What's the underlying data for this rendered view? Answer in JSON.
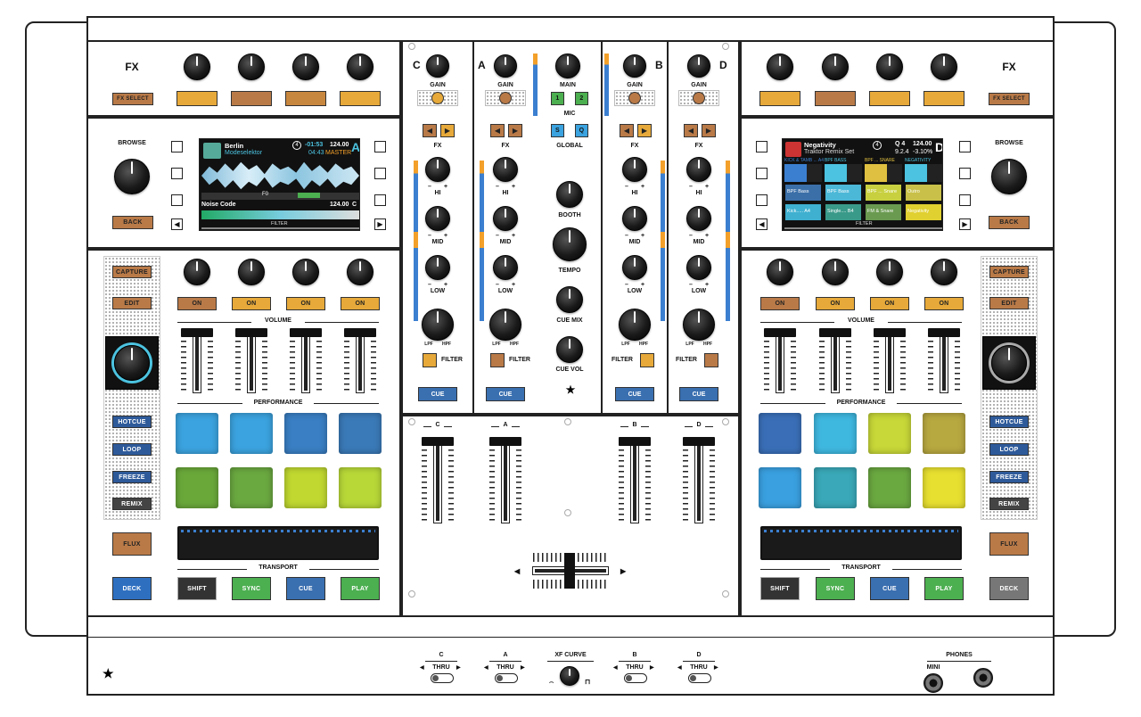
{
  "fx": {
    "left_title": "FX",
    "right_title": "FX",
    "fx_select": "FX SELECT"
  },
  "browse": {
    "label": "BROWSE",
    "back": "BACK"
  },
  "deck_left": {
    "screen": {
      "track": "Berlin",
      "artist": "Modeselektor",
      "deck_num": "4",
      "remaining": "-01:53",
      "bpm": "124.00",
      "elapsed": "04:43",
      "master": "MASTER",
      "deck_letter": "A",
      "cue_num": "F0",
      "next_track": "Noise Code",
      "next_bpm": "124.00",
      "next_letter": "C",
      "filter": "FILTER"
    },
    "capture": "CAPTURE",
    "edit": "EDIT",
    "hotcue": "HOTCUE",
    "loop": "LOOP",
    "freeze": "FREEZE",
    "remix": "REMIX",
    "flux": "FLUX",
    "deck": "DECK",
    "on": [
      "ON",
      "ON",
      "ON",
      "ON"
    ],
    "volume": "VOLUME",
    "performance": "PERFORMANCE",
    "transport": "TRANSPORT",
    "shift": "SHIFT",
    "sync": "SYNC",
    "cue": "CUE",
    "play": "PLAY"
  },
  "deck_right": {
    "screen": {
      "track": "Negativity",
      "set": "Traktor Remix Set",
      "deck_num": "4",
      "quant": "Q 4",
      "bpm": "124.00",
      "beat": "9.2.4",
      "pitch": "-3.10%",
      "deck_letter": "D",
      "slot1": "KICK & TAMB ... A4",
      "slot2": "BPF BASS",
      "slot3": "BPF ... SNARE",
      "slot4": "NEGATIVITY",
      "cell1": "BPF Bass",
      "cell2": "BPF Bass",
      "cell3": "BPF ... Snare",
      "cell4": "Outro",
      "cell5": "Kick..... A4",
      "cell6": "Single.... B4",
      "cell7": "FM & Snare",
      "cell8": "Negativity",
      "filter": "FILTER"
    },
    "capture": "CAPTURE",
    "edit": "EDIT",
    "hotcue": "HOTCUE",
    "loop": "LOOP",
    "freeze": "FREEZE",
    "remix": "REMIX",
    "flux": "FLUX",
    "deck": "DECK",
    "on": [
      "ON",
      "ON",
      "ON",
      "ON"
    ],
    "volume": "VOLUME",
    "performance": "PERFORMANCE",
    "transport": "TRANSPORT",
    "shift": "SHIFT",
    "sync": "SYNC",
    "cue": "CUE",
    "play": "PLAY"
  },
  "mixer": {
    "ch_c": "C",
    "ch_a": "A",
    "ch_b": "B",
    "ch_d": "D",
    "gain": "GAIN",
    "main": "MAIN",
    "mic": "MIC",
    "mic_btn1": "1",
    "mic_btn2": "2",
    "global": "GLOBAL",
    "global_s": "S",
    "global_q": "Q",
    "fx": "FX",
    "hi": "HI",
    "mid": "MID",
    "low": "LOW",
    "lpf": "LPF",
    "hpf": "HPF",
    "filter": "FILTER",
    "cue": "CUE",
    "minus": "–",
    "plus": "+",
    "booth": "BOOTH",
    "tempo": "TEMPO",
    "cue_mix": "CUE MIX",
    "cue_vol": "CUE VOL"
  },
  "bottom": {
    "c": "C",
    "a": "A",
    "b": "B",
    "d": "D",
    "thru": "THRU",
    "xf_curve": "XF CURVE",
    "phones": "PHONES",
    "mini": "MINI"
  },
  "colors": {
    "gold": "#e6a93a",
    "copper": "#b97a48",
    "blue": "#3a6fb0",
    "green": "#4caf50"
  }
}
